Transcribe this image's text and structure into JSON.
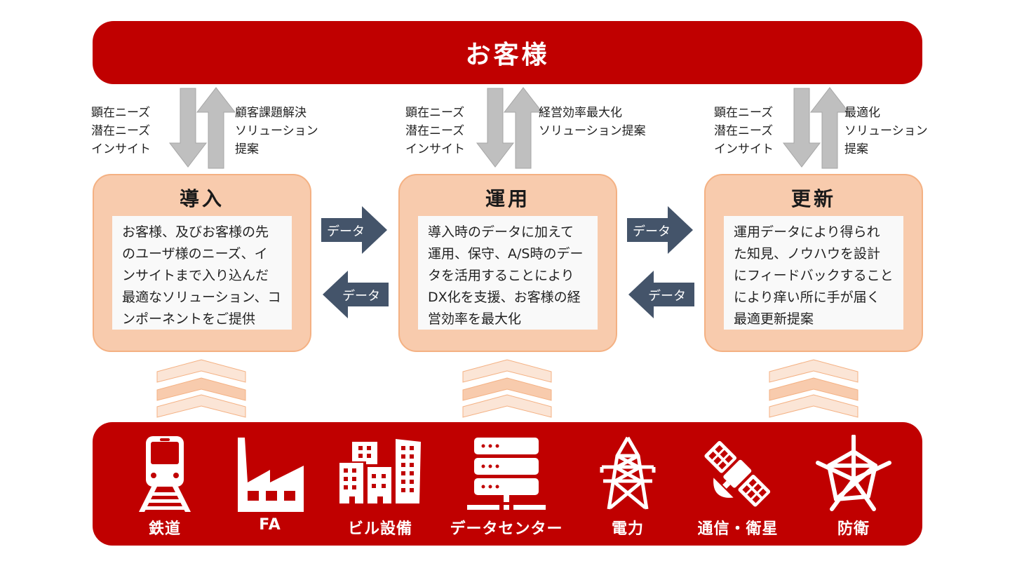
{
  "customer": {
    "title": "お客様"
  },
  "flows": [
    {
      "left_label": "顕在ニーズ\n潜在ニーズ\nインサイト",
      "right_label": "顧客課題解決\nソリューション\n提案"
    },
    {
      "left_label": "顕在ニーズ\n潜在ニーズ\nインサイト",
      "right_label": "経営効率最大化\nソリューション提案"
    },
    {
      "left_label": "顕在ニーズ\n潜在ニーズ\nインサイト",
      "right_label": "最適化\nソリューション\n提案"
    }
  ],
  "stages": [
    {
      "title": "導入",
      "body": "お客様、及びお客様の先\nのユーザ様のニーズ、イ\nンサイトまで入り込んだ\n最適なソリューション、コ\nンポーネントをご提供"
    },
    {
      "title": "運用",
      "body": "導入時のデータに加えて\n運用、保守、A/S時のデー\nタを活用することにより\nDX化を支援、お客様の経\n営効率を最大化"
    },
    {
      "title": "更新",
      "body": "運用データにより得られ\nた知見、ノウハウを設計\nにフィードバックすること\nにより痒い所に手が届く\n最適更新提案"
    }
  ],
  "data_arrows": [
    {
      "label": "データ",
      "direction": "right"
    },
    {
      "label": "データ",
      "direction": "left"
    },
    {
      "label": "データ",
      "direction": "right"
    },
    {
      "label": "データ",
      "direction": "left"
    }
  ],
  "industries": [
    {
      "label": "鉄道",
      "icon": "train-icon"
    },
    {
      "label": "FA",
      "icon": "factory-icon"
    },
    {
      "label": "ビル設備",
      "icon": "buildings-icon"
    },
    {
      "label": "データセンター",
      "icon": "server-icon"
    },
    {
      "label": "電力",
      "icon": "power-tower-icon"
    },
    {
      "label": "通信・衛星",
      "icon": "satellite-icon"
    },
    {
      "label": "防衛",
      "icon": "radar-chart-icon"
    }
  ],
  "colors": {
    "brand_red": "#c00000",
    "stage_fill": "#f8cbad",
    "data_arrow": "#44546a",
    "flow_arrow": "#bfbfbf"
  }
}
